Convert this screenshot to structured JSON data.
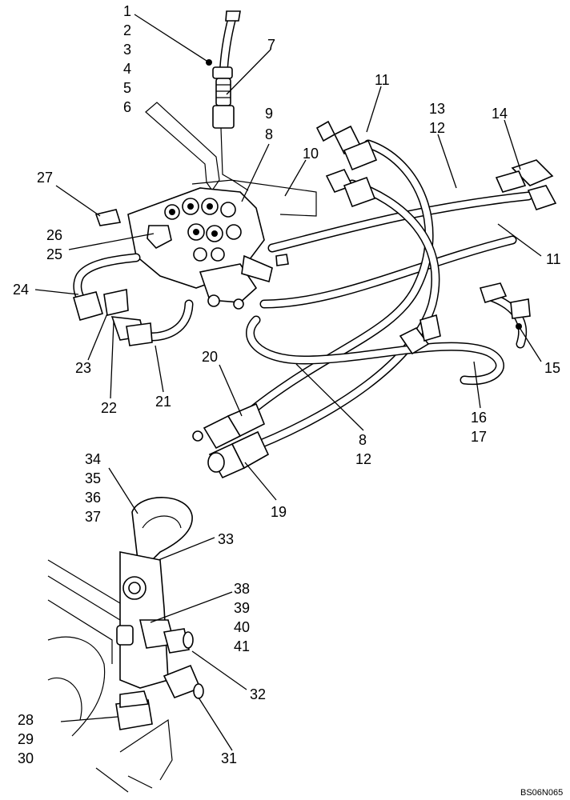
{
  "diagram": {
    "drawing_code": "BS06N065",
    "callouts": [
      {
        "id": "c1",
        "text": "1"
      },
      {
        "id": "c2",
        "text": "2"
      },
      {
        "id": "c3",
        "text": "3"
      },
      {
        "id": "c4",
        "text": "4"
      },
      {
        "id": "c5",
        "text": "5"
      },
      {
        "id": "c6",
        "text": "6"
      },
      {
        "id": "c7",
        "text": "7"
      },
      {
        "id": "c9",
        "text": "9"
      },
      {
        "id": "c8a",
        "text": "8"
      },
      {
        "id": "c11a",
        "text": "11"
      },
      {
        "id": "c13",
        "text": "13"
      },
      {
        "id": "c12a",
        "text": "12"
      },
      {
        "id": "c14",
        "text": "14"
      },
      {
        "id": "c10",
        "text": "10"
      },
      {
        "id": "c27",
        "text": "27"
      },
      {
        "id": "c26",
        "text": "26"
      },
      {
        "id": "c25",
        "text": "25"
      },
      {
        "id": "c11b",
        "text": "11"
      },
      {
        "id": "c24",
        "text": "24"
      },
      {
        "id": "c15",
        "text": "15"
      },
      {
        "id": "c23",
        "text": "23"
      },
      {
        "id": "c22",
        "text": "22"
      },
      {
        "id": "c21",
        "text": "21"
      },
      {
        "id": "c20",
        "text": "20"
      },
      {
        "id": "c16",
        "text": "16"
      },
      {
        "id": "c17",
        "text": "17"
      },
      {
        "id": "c8b",
        "text": "8"
      },
      {
        "id": "c12b",
        "text": "12"
      },
      {
        "id": "c19",
        "text": "19"
      },
      {
        "id": "c34",
        "text": "34"
      },
      {
        "id": "c35",
        "text": "35"
      },
      {
        "id": "c36",
        "text": "36"
      },
      {
        "id": "c37",
        "text": "37"
      },
      {
        "id": "c33",
        "text": "33"
      },
      {
        "id": "c38",
        "text": "38"
      },
      {
        "id": "c39",
        "text": "39"
      },
      {
        "id": "c40",
        "text": "40"
      },
      {
        "id": "c41",
        "text": "41"
      },
      {
        "id": "c32",
        "text": "32"
      },
      {
        "id": "c28",
        "text": "28"
      },
      {
        "id": "c29",
        "text": "29"
      },
      {
        "id": "c30",
        "text": "30"
      },
      {
        "id": "c31",
        "text": "31"
      }
    ]
  }
}
